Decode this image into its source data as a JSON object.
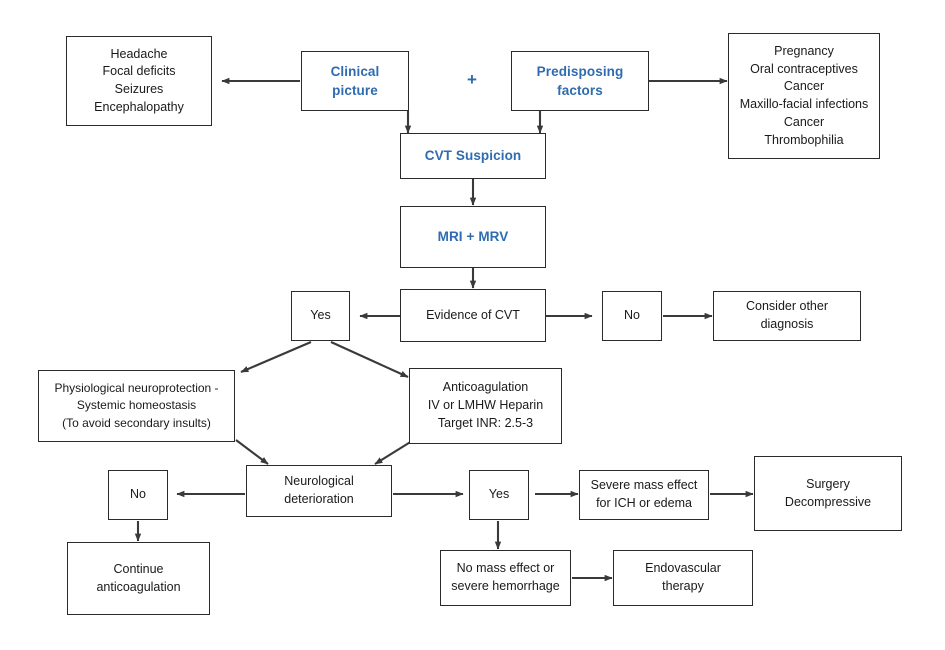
{
  "diagram": {
    "title": "CVT diagnostic and management flowchart",
    "colors": {
      "accent_blue": "#2f6bb0",
      "box_border": "#2b2b2b",
      "arrow": "#3a3a3a",
      "text": "#1a1a1a",
      "background": "#ffffff"
    },
    "symbols": {
      "plus": "+"
    },
    "nodes": {
      "clinical_findings": {
        "lines": [
          "Headache",
          "Focal deficits",
          "Seizures",
          "Encephalopathy"
        ]
      },
      "clinical_picture": {
        "lines": [
          "Clinical",
          "picture"
        ]
      },
      "predisposing_factors": {
        "lines": [
          "Predisposing",
          "factors"
        ]
      },
      "risk_factors": {
        "lines": [
          "Pregnancy",
          "Oral contraceptives",
          "Cancer",
          "Maxillo-facial infections",
          "Cancer",
          "Thrombophilia"
        ]
      },
      "cvt_suspicion": {
        "lines": [
          "CVT Suspicion"
        ]
      },
      "mri_mrv": {
        "lines": [
          "MRI + MRV"
        ]
      },
      "evidence_of_cvt": {
        "lines": [
          "Evidence of CVT"
        ]
      },
      "evidence_yes": {
        "lines": [
          "Yes"
        ]
      },
      "evidence_no": {
        "lines": [
          "No"
        ]
      },
      "consider_other_diagnosis": {
        "lines": [
          "Consider other",
          "diagnosis"
        ]
      },
      "neuroprotection": {
        "lines": [
          "Physiological neuroprotection -",
          "Systemic homeostasis",
          "(To avoid secondary insults)"
        ]
      },
      "anticoagulation": {
        "lines": [
          "Anticoagulation",
          "IV or LMHW Heparin",
          "Target INR: 2.5-3"
        ]
      },
      "neurological_deterioration": {
        "lines": [
          "Neurological",
          "deterioration"
        ]
      },
      "deterioration_no": {
        "lines": [
          "No"
        ]
      },
      "deterioration_yes": {
        "lines": [
          "Yes"
        ]
      },
      "continue_anticoagulation": {
        "lines": [
          "Continue",
          "anticoagulation"
        ]
      },
      "severe_mass_effect": {
        "lines": [
          "Severe mass effect",
          "for ICH or edema"
        ]
      },
      "surgery": {
        "lines": [
          "Surgery",
          "Decompressive"
        ]
      },
      "no_mass_effect": {
        "lines": [
          "No mass effect or",
          "severe hemorrhage"
        ]
      },
      "endovascular_therapy": {
        "lines": [
          "Endovascular",
          "therapy"
        ]
      }
    }
  }
}
